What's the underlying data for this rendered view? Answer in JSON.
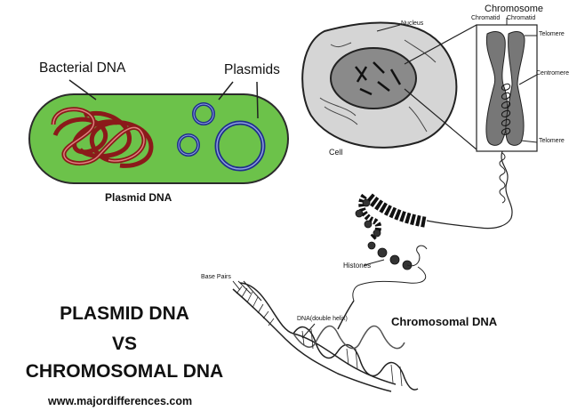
{
  "labels": {
    "bacterial_dna": "Bacterial DNA",
    "plasmids": "Plasmids",
    "plasmid_dna": "Plasmid DNA",
    "chromosome": "Chromosome",
    "chromatid_left": "Chromatid",
    "chromatid_right": "Chromatid",
    "telomere_top": "Telomere",
    "centromere": "Centromere",
    "telomere_bottom": "Telomere",
    "nucleus": "Nucleus",
    "cell": "Cell",
    "histones": "Histones",
    "base_pairs": "Base Pairs",
    "dna_double_helix": "DNA(double helix)",
    "chromosomal_dna": "Chromosomal DNA"
  },
  "title": {
    "line1": "PLASMID DNA",
    "line2": "VS",
    "line3": "CHROMOSOMAL DNA"
  },
  "website": "www.majordifferences.com",
  "colors": {
    "bacterium_fill": "#6cc24a",
    "bacterial_dna": "#8b1a1a",
    "plasmid_ring": "#1f2f8c"
  }
}
